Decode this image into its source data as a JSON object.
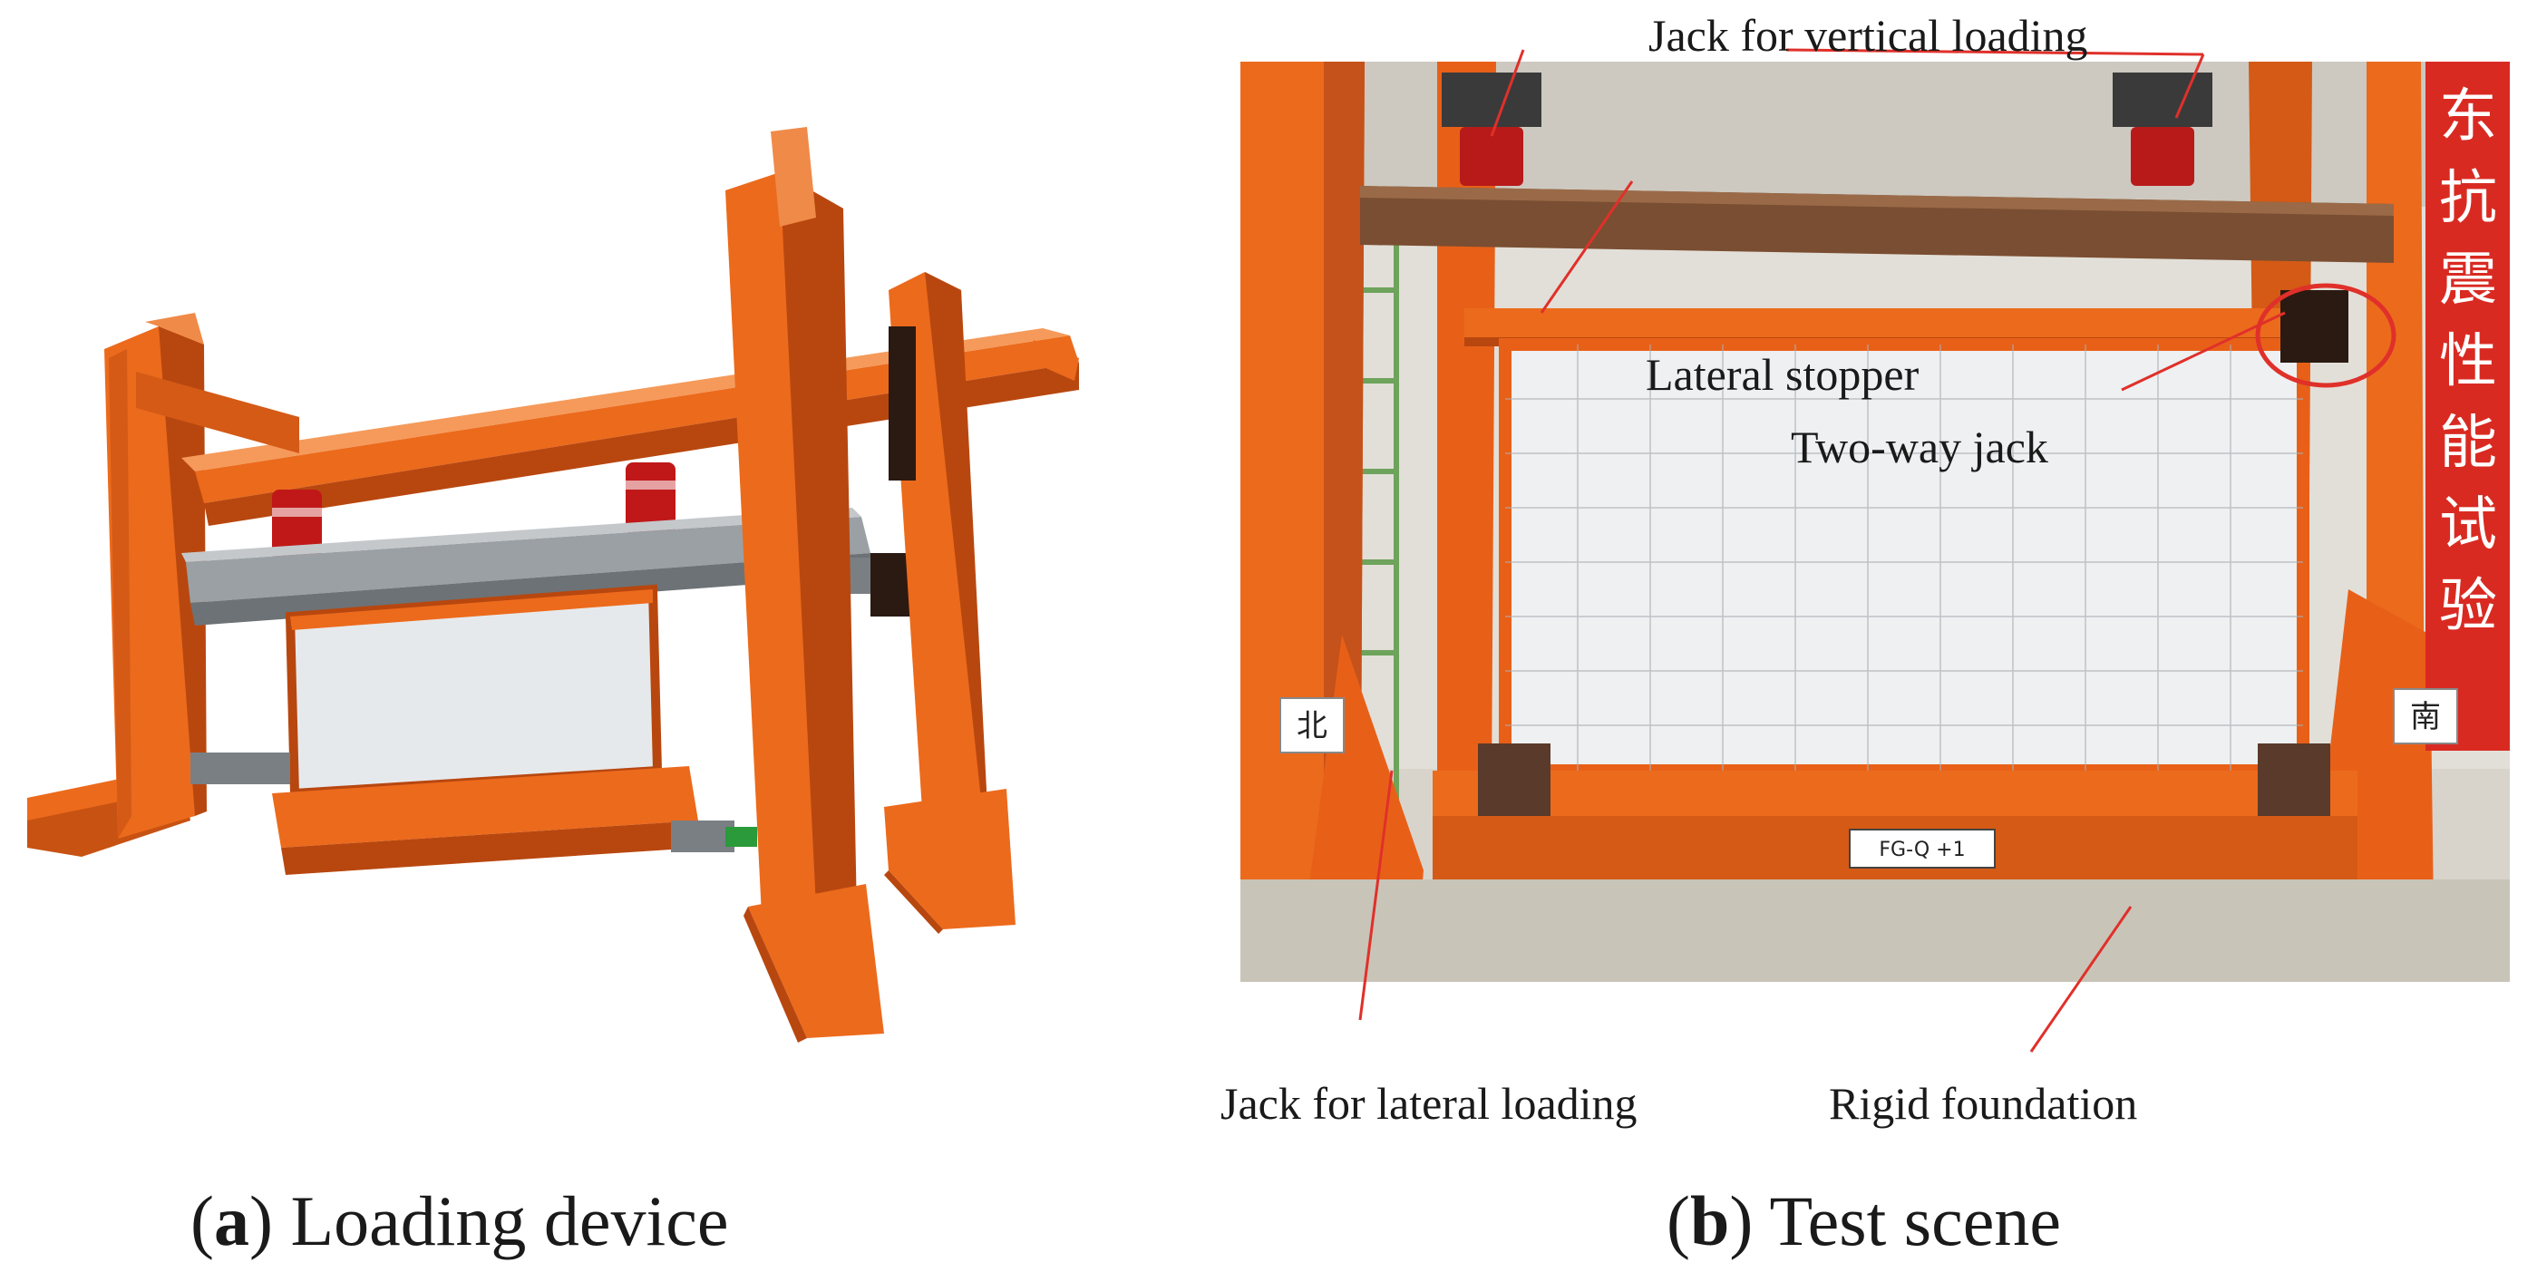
{
  "figure": {
    "panels": [
      {
        "id": "a",
        "caption_letter": "a",
        "caption_text": " Loading device",
        "image": "3D CAD rendering of orange steel reaction frame with gray loading beam, two red jacks and a light gray wall specimen"
      },
      {
        "id": "b",
        "caption_letter": "b",
        "caption_text": " Test scene",
        "image": "photograph of the test setup in the laboratory",
        "callouts": {
          "jack_vertical": "Jack for vertical loading",
          "lateral_stopper": "Lateral stopper",
          "two_way_jack": "Two-way jack",
          "jack_lateral": "Jack for lateral loading",
          "rigid_foundation": "Rigid foundation"
        },
        "signs": {
          "left_sign": "北",
          "right_sign": "南",
          "specimen_tag": "FG-Q +1",
          "banner_chars": [
            "东",
            "抗",
            "震",
            "性",
            "能",
            "试",
            "验"
          ]
        }
      }
    ],
    "colors": {
      "frame_orange": "#ec6a1c",
      "frame_dark": "#b8470f",
      "beam_gray": "#8e9397",
      "jack_red": "#c01818",
      "wall_gray": "#e6e9ec",
      "annotation_red": "#e0302a",
      "banner_red": "#d92a22"
    }
  }
}
